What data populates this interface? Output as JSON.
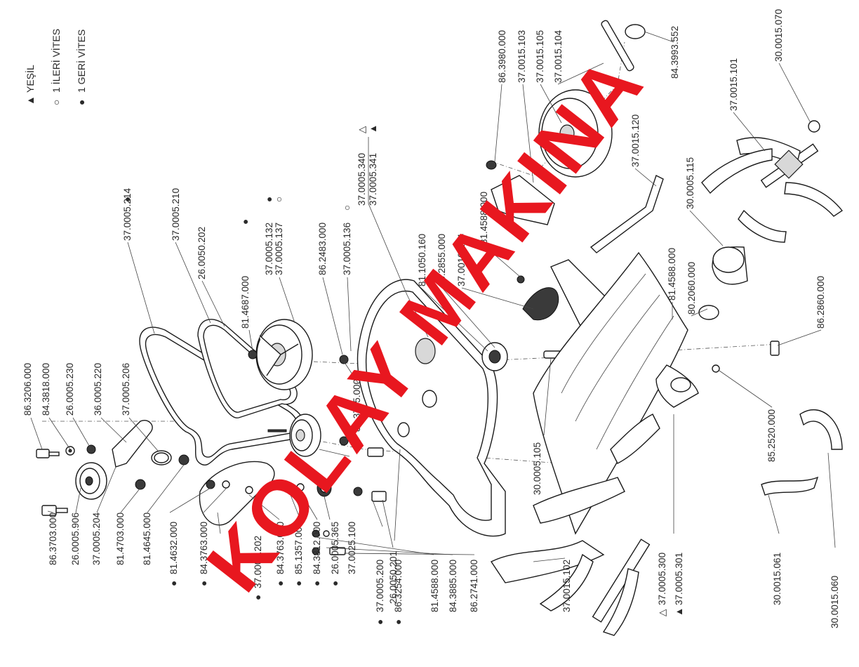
{
  "legend": [
    {
      "symbol": "▲",
      "text": "YEŞİL"
    },
    {
      "symbol": "○",
      "text": "1 İLERİ VİTES"
    },
    {
      "symbol": "●",
      "text": "1 GERİ VİTES"
    }
  ],
  "watermark": "KOLAY MAKINA",
  "labels": {
    "p1": "86.3206.000",
    "p2": "84.3818.000",
    "p3": "26.0005.230",
    "p4": "36.0005.220",
    "p5": "37.0005.206",
    "p6": "86.3703.000",
    "p7": "26.0005.906",
    "p8": "37.0005.204",
    "p9": "81.4703.000",
    "p10": "81.4645.000",
    "p11": "81.4632.000",
    "p12": "84.3763.000",
    "p13": "37.0005.202",
    "p14": "84.3763.000",
    "p15": "85.1357.000",
    "p16": "84.3812.000",
    "p17": "26.0005.365",
    "p18": "37.0025.100",
    "p19": "37.0005.200",
    "p20": "86.3254.000",
    "p21": "81.4588.000",
    "p22": "84.3885.000",
    "p23": "86.2741.000",
    "p24": "37.0015.102",
    "p25": "37.0005.300",
    "p26": "37.0005.301",
    "p27": "30.0015.061",
    "p28": "30.0015.060",
    "p29": "37.0005.214",
    "p30": "37.0005.210",
    "p31": "26.0050.202",
    "p32": "81.4687.000",
    "p33": "37.0005.132",
    "p34": "37.0005.137",
    "p35": "86.2483.000",
    "p36": "37.0005.136",
    "p37": "37.0005.340",
    "p38": "37.0005.341",
    "p39": "81.1050.160",
    "p40": "86.2855.000",
    "p41": "37.0010.164",
    "p42": "81.4588.000",
    "p43": "86.3980.000",
    "p44": "37.0015.103",
    "p45": "37.0015.105",
    "p46": "37.0015.104",
    "p47": "84.3993.552",
    "p48": "37.0015.120",
    "p49": "30.0005.115",
    "p50": "81.4588.000",
    "p51": "80.2060.000",
    "p52": "37.0015.101",
    "p53": "30.0015.070",
    "p54": "86.2860.000",
    "p55": "85.2520.000",
    "p56": "30.0005.105",
    "p57": "84.3755.000",
    "p58": "26.0050.201"
  },
  "markers": {
    "m_open": "○",
    "m_filled": "●",
    "m_tri_open": "△",
    "m_tri_filled": "▲"
  }
}
